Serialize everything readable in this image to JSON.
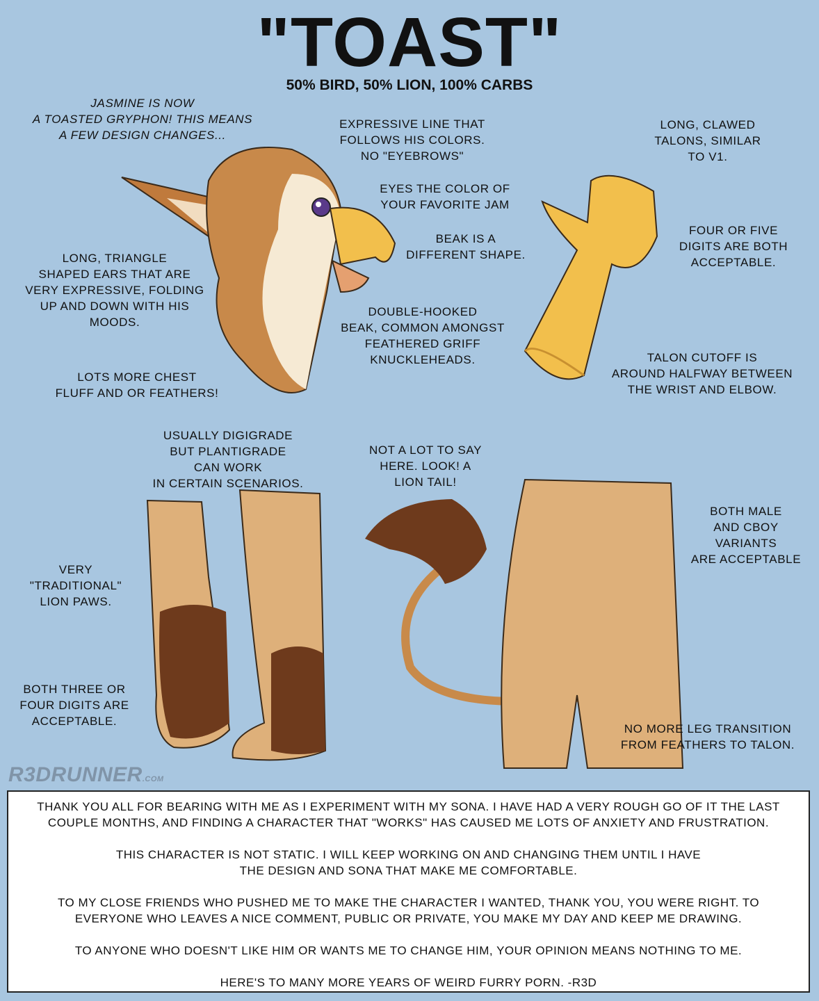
{
  "header": {
    "title": "\"TOAST\"",
    "subtitle": "50% BIRD, 50% LION, 100% CARBS"
  },
  "notes": {
    "intro": [
      "JASMINE IS NOW",
      "A TOASTED GRYPHON! THIS MEANS",
      "A FEW DESIGN CHANGES..."
    ],
    "expressive_line": [
      "EXPRESSIVE LINE THAT",
      "FOLLOWS HIS COLORS.",
      "NO \"EYEBROWS\""
    ],
    "talons": [
      "LONG, CLAWED",
      "TALONS, SIMILAR",
      "TO V1."
    ],
    "eyes": [
      "EYES THE COLOR OF",
      "YOUR FAVORITE JAM"
    ],
    "beak_shape": [
      "BEAK IS A",
      "DIFFERENT SHAPE."
    ],
    "digits_hand": [
      "FOUR OR FIVE",
      "DIGITS ARE BOTH",
      "ACCEPTABLE."
    ],
    "ears": [
      "LONG, TRIANGLE",
      "SHAPED EARS THAT ARE",
      "VERY EXPRESSIVE, FOLDING",
      "UP AND DOWN WITH HIS",
      "MOODS."
    ],
    "double_hooked": [
      "DOUBLE-HOOKED",
      "BEAK, COMMON AMONGST",
      "FEATHERED GRIFF",
      "KNUCKLEHEADS."
    ],
    "talon_cutoff": [
      "TALON CUTOFF IS",
      "AROUND HALFWAY BETWEEN",
      "THE WRIST AND ELBOW."
    ],
    "chest": [
      "LOTS MORE CHEST",
      "FLUFF AND OR FEATHERS!"
    ],
    "digigrade": [
      "USUALLY DIGIGRADE",
      "BUT PLANTIGRADE",
      "CAN WORK",
      "IN CERTAIN SCENARIOS."
    ],
    "tail": [
      "NOT A LOT TO SAY",
      "HERE. LOOK! A",
      "LION TAIL!"
    ],
    "variants": [
      "BOTH MALE",
      "AND CBOY",
      "VARIANTS",
      "ARE ACCEPTABLE"
    ],
    "paws": [
      "VERY",
      "\"TRADITIONAL\"",
      "LION PAWS."
    ],
    "digits_foot": [
      "BOTH THREE OR",
      "FOUR DIGITS ARE",
      "ACCEPTABLE."
    ],
    "leg_transition": [
      "NO MORE LEG TRANSITION",
      "FROM FEATHERS TO TALON."
    ]
  },
  "logo": {
    "name": "R3DRUNNER",
    "suffix": ".COM"
  },
  "message": [
    [
      "THANK YOU ALL FOR BEARING WITH ME AS I EXPERIMENT WITH MY SONA. I HAVE HAD A VERY ROUGH GO OF IT THE LAST",
      "COUPLE MONTHS, AND FINDING A CHARACTER THAT \"WORKS\" HAS CAUSED ME LOTS OF ANXIETY AND FRUSTRATION."
    ],
    [
      "THIS CHARACTER IS NOT STATIC. I WILL KEEP WORKING ON AND CHANGING THEM UNTIL I HAVE",
      "THE DESIGN AND SONA THAT MAKE ME COMFORTABLE."
    ],
    [
      "TO MY CLOSE FRIENDS WHO PUSHED ME TO MAKE THE CHARACTER I WANTED, THANK YOU, YOU WERE RIGHT. TO",
      "EVERYONE WHO LEAVES A NICE COMMENT, PUBLIC OR PRIVATE, YOU MAKE MY DAY AND KEEP ME DRAWING."
    ],
    [
      "TO ANYONE WHO DOESN'T LIKE HIM  OR WANTS ME TO CHANGE HIM, YOUR OPINION MEANS NOTHING TO ME."
    ],
    [
      "HERE'S TO MANY MORE YEARS OF WEIRD FURRY PORN. -R3D"
    ]
  ],
  "colors": {
    "background": "#a8c6e0",
    "fur": "#c88a4a",
    "cream": "#f6ead4",
    "talon": "#f2bf4c",
    "skin": "#deb07a",
    "dark_pad": "#6e3a1c"
  }
}
